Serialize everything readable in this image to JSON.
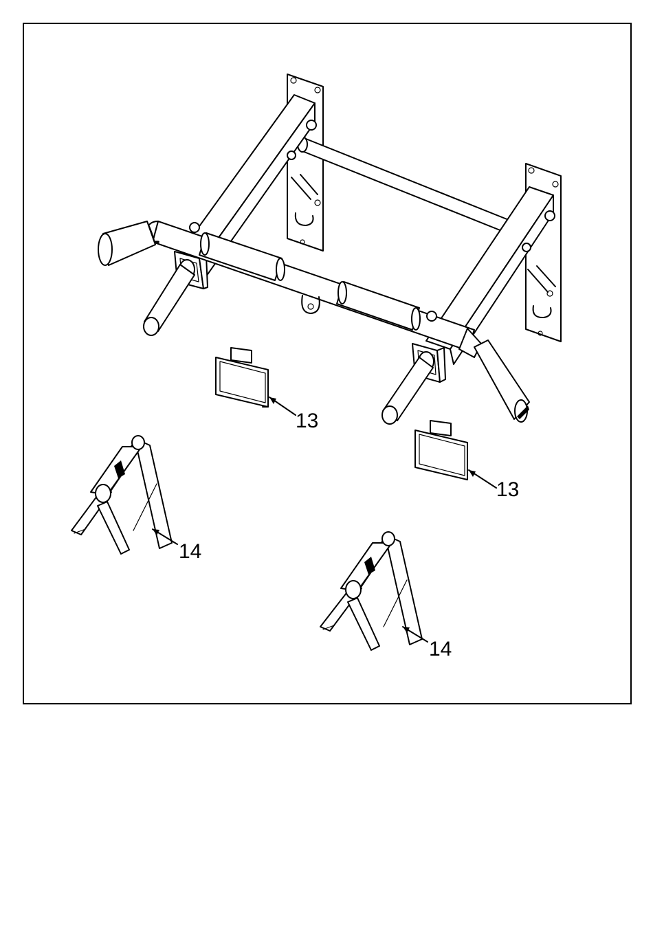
{
  "figure": {
    "callouts": [
      {
        "id": "grip-plate-left",
        "label": "13"
      },
      {
        "id": "grip-plate-right",
        "label": "13"
      },
      {
        "id": "push-up-stand-left",
        "label": "14"
      },
      {
        "id": "push-up-stand-right",
        "label": "14"
      }
    ]
  }
}
